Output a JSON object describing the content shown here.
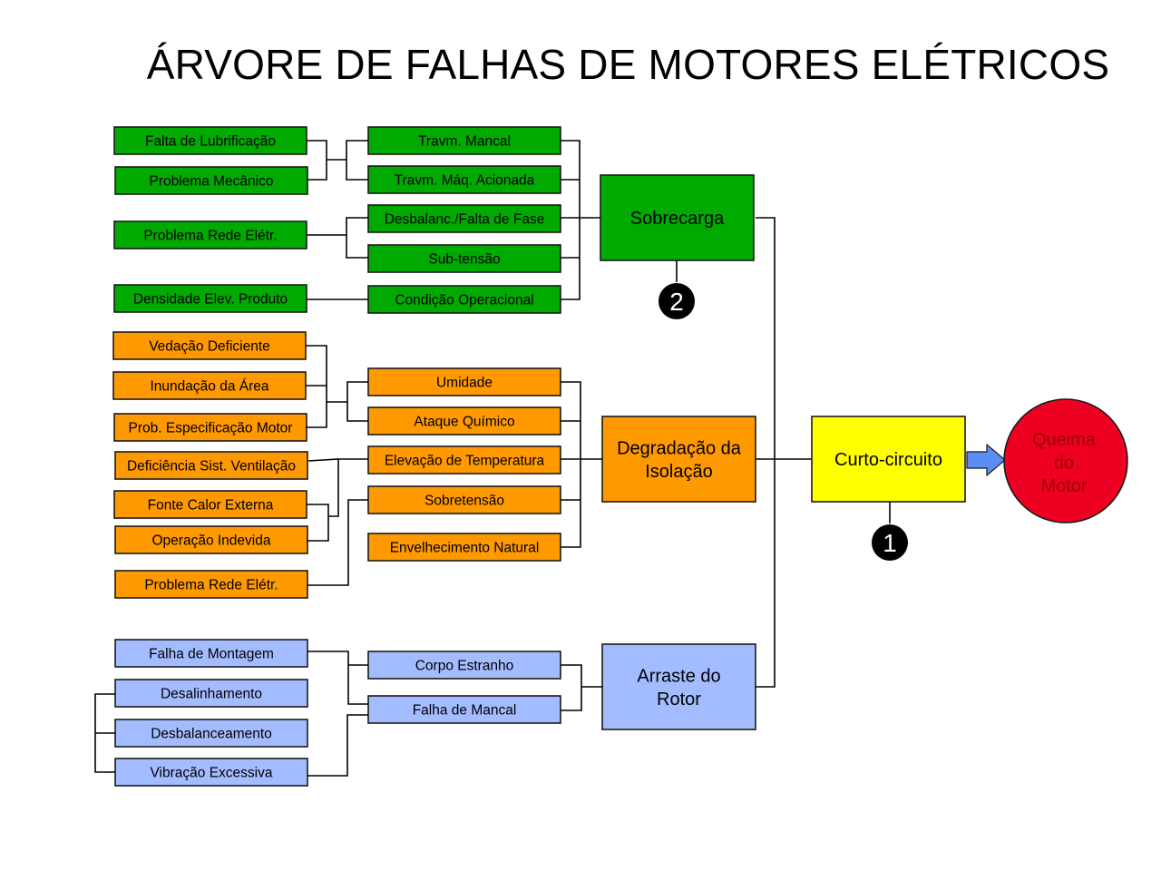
{
  "title": "ÁRVORE DE FALHAS DE MOTORES ELÉTRICOS",
  "colors": {
    "green": "#00aa00",
    "orange": "#ff9900",
    "blue": "#a3bcff",
    "yellow": "#ffff00",
    "red": "#ee0022",
    "arrow": "#5c8df5",
    "line": "#000000"
  },
  "top_event": {
    "label_lines": [
      "Queima",
      "do",
      "Motor"
    ],
    "text_color": "#990000"
  },
  "event": {
    "label": "Curto-circuito",
    "marker": "1"
  },
  "categories": [
    {
      "key": "sobrecarga",
      "label_lines": [
        "Sobrecarga"
      ],
      "color_key": "green",
      "marker": "2",
      "causes": [
        {
          "label": "Travm. Mancal",
          "sub_causes": [
            "Falta de Lubrificação",
            "Problema Mecânico"
          ]
        },
        {
          "label": "Travm. Máq. Acionada",
          "sub_causes": []
        },
        {
          "label": "Desbalanc./Falta de Fase",
          "sub_causes": [
            "Problema Rede Elétr."
          ]
        },
        {
          "label": "Sub-tensão",
          "sub_causes": []
        },
        {
          "label": "Condição Operacional",
          "sub_causes": [
            "Densidade Elev. Produto"
          ]
        }
      ]
    },
    {
      "key": "degradacao",
      "label_lines": [
        "Degradação da",
        "Isolação"
      ],
      "color_key": "orange",
      "causes": [
        {
          "label": "Umidade",
          "sub_causes": [
            "Vedação Deficiente",
            "Inundação da Área",
            "Prob. Especificação Motor"
          ]
        },
        {
          "label": "Ataque Químico",
          "sub_causes": []
        },
        {
          "label": "Elevação de Temperatura",
          "sub_causes": [
            "Deficiência Sist. Ventilação",
            "Fonte Calor Externa",
            "Operação Indevida"
          ]
        },
        {
          "label": "Sobretensão",
          "sub_causes": [
            "Problema Rede Elétr."
          ]
        },
        {
          "label": "Envelhecimento Natural",
          "sub_causes": []
        }
      ]
    },
    {
      "key": "arraste",
      "label_lines": [
        "Arraste do",
        "Rotor"
      ],
      "color_key": "blue",
      "causes": [
        {
          "label": "Corpo Estranho",
          "sub_causes": [
            "Falha de Montagem"
          ]
        },
        {
          "label": "Falha de Mancal",
          "sub_causes": [
            "Desalinhamento",
            "Desbalanceamento",
            "Vibração Excessiva"
          ]
        }
      ]
    }
  ]
}
